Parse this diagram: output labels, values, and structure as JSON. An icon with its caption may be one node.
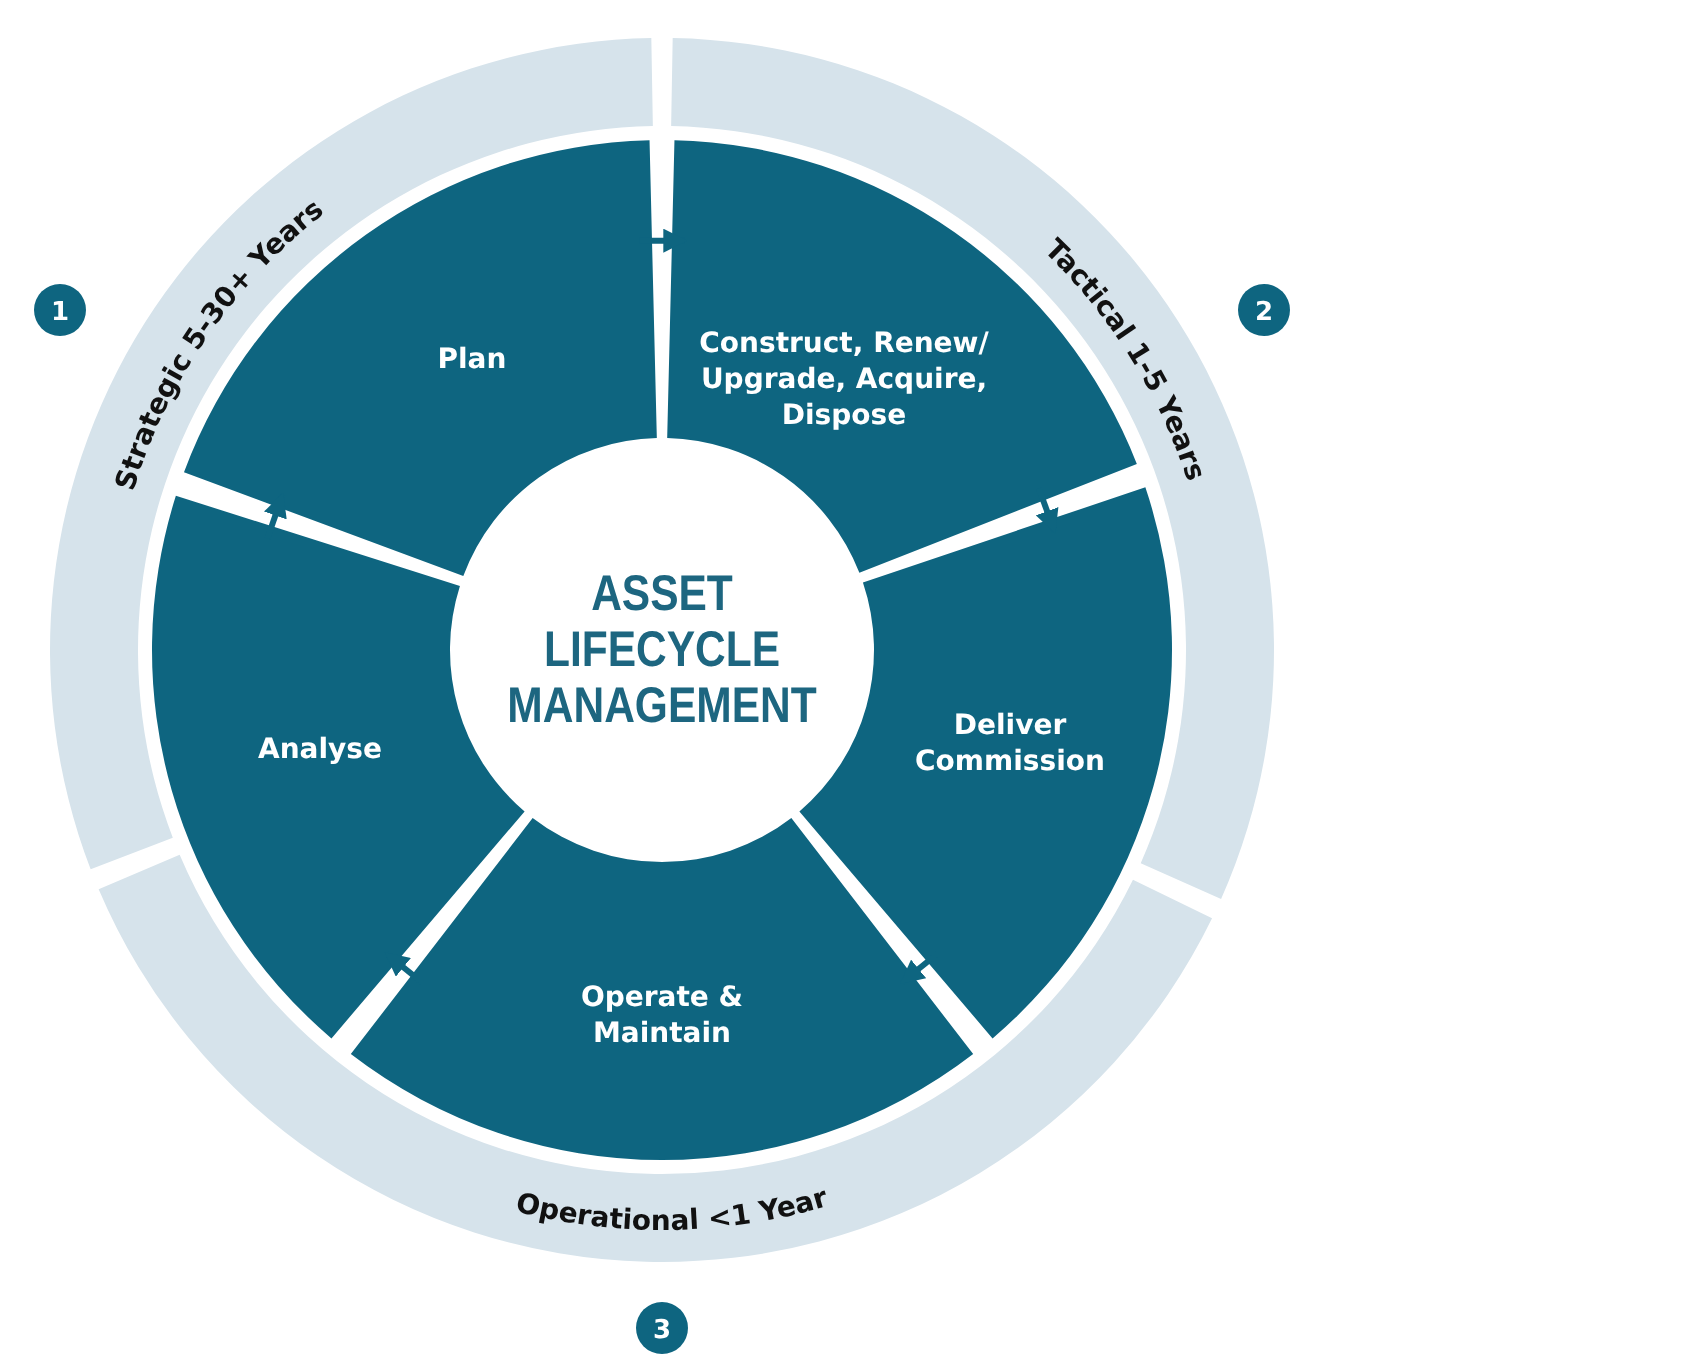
{
  "diagram": {
    "nodes": [
      {
        "text": [
          "1"
        ]
      },
      {
        "text": [
          "Strategic 5-30+ Years"
        ]
      },
      {
        "text": [
          "Plan"
        ]
      },
      {
        "text": [
          "2"
        ]
      },
      {
        "text": [
          "Tactical 1-5 Years"
        ]
      },
      {
        "text": [
          "Construct, Renew/ Upgrade, Acquire, Dispose"
        ]
      },
      {
        "text": [
          "ASSET LIFECYCLE MANAGEMENT"
        ]
      },
      {
        "text": [
          "Analyse"
        ]
      },
      {
        "text": [
          "Deliver Commission"
        ]
      },
      {
        "text": [
          "Operate & Maintain"
        ]
      },
      {
        "text": [
          "Operational <1 Year"
        ]
      },
      {
        "text": [
          "3"
        ]
      }
    ],
    "edges": [
      {
        "from": 2,
        "to": 5,
        "arrow": "to"
      },
      {
        "from": 5,
        "to": 8,
        "arrow": "to"
      },
      {
        "from": 8,
        "to": 9,
        "arrow": "to"
      },
      {
        "from": 9,
        "to": 7,
        "arrow": "to"
      },
      {
        "from": 7,
        "to": 2,
        "arrow": "to"
      }
    ]
  }
}
